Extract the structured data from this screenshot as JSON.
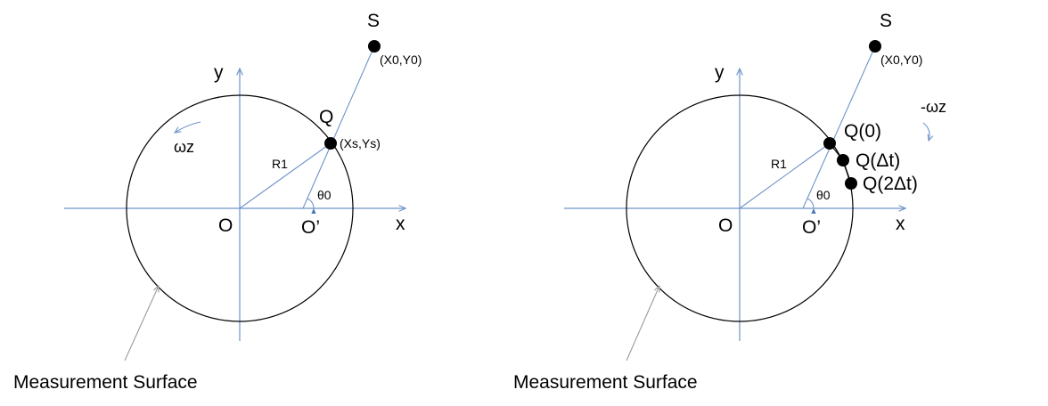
{
  "colors": {
    "axis": "#6f94c9",
    "circle": "#000000",
    "pointer": "#9a9a9a",
    "point": "#000000",
    "text": "#000000"
  },
  "left_panel": {
    "source_label": "S",
    "source_coord": "(X0,Y0)",
    "point_label": "Q",
    "point_coord": "(Xs,Ys)",
    "rotation_label": "ωz",
    "radius_label": "R1",
    "angle_label": "θ0",
    "origin_label": "O",
    "offset_origin_label": "O’",
    "x_axis_label": "x",
    "y_axis_label": "y",
    "caption": "Measurement Surface"
  },
  "right_panel": {
    "source_label": "S",
    "source_coord": "(X0,Y0)",
    "rotation_label": "-ωz",
    "point_labels": [
      "Q(0)",
      "Q(Δt)",
      "Q(2Δt)"
    ],
    "radius_label": "R1",
    "angle_label": "θ0",
    "origin_label": "O",
    "offset_origin_label": "O’",
    "x_axis_label": "x",
    "y_axis_label": "y",
    "caption": "Measurement Surface"
  }
}
